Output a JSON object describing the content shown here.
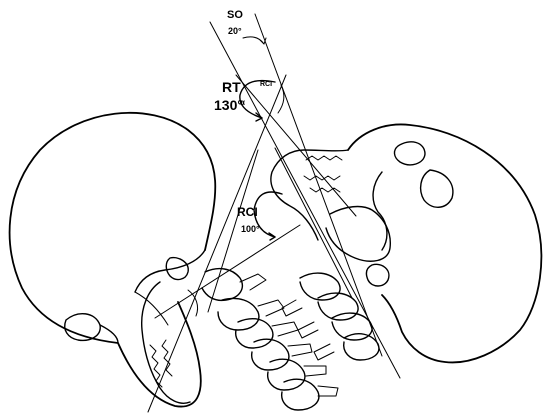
{
  "labels": {
    "so": "SO",
    "so_angle": "20°",
    "rt": "RT",
    "rt_sub": "α",
    "rt_angle": "130°",
    "rci_small": "RCI",
    "rci": "RCI",
    "rci_angle": "100°"
  }
}
